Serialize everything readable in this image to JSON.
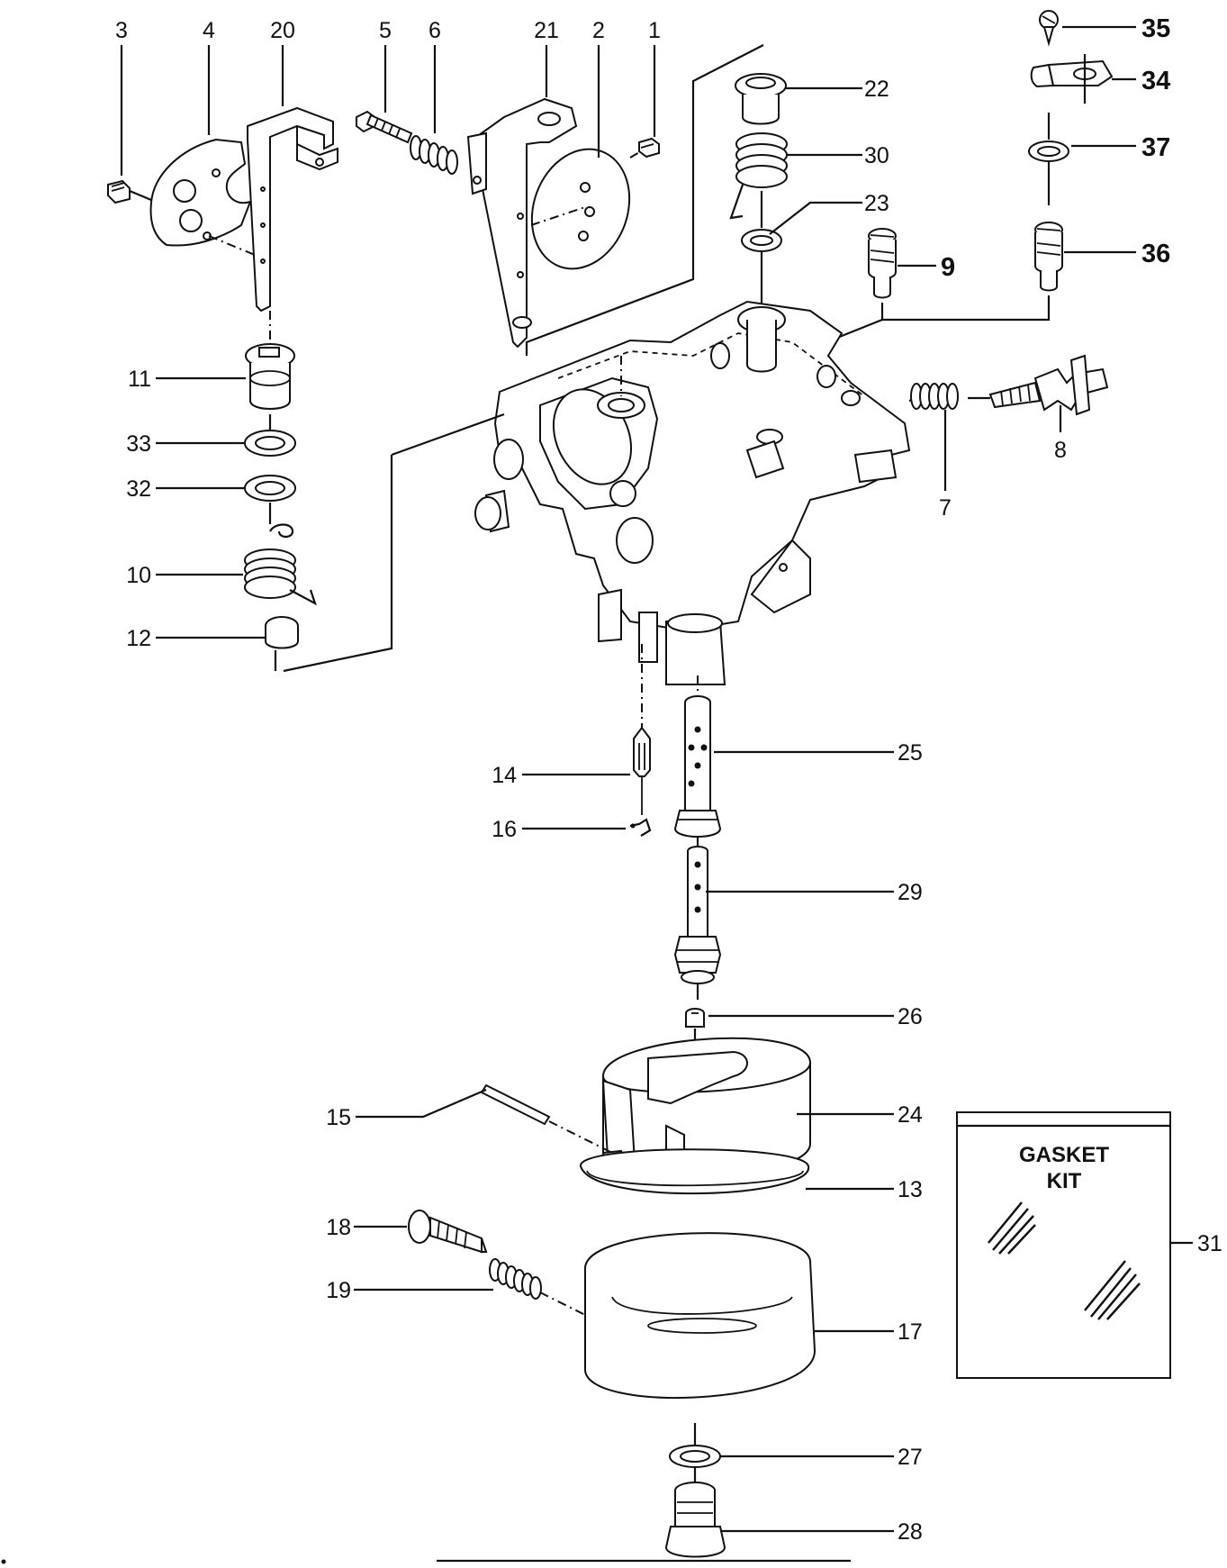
{
  "diagram": {
    "callouts": [
      {
        "id": "3",
        "text": "3"
      },
      {
        "id": "4",
        "text": "4"
      },
      {
        "id": "20",
        "text": "20"
      },
      {
        "id": "5",
        "text": "5"
      },
      {
        "id": "6",
        "text": "6"
      },
      {
        "id": "21",
        "text": "21"
      },
      {
        "id": "2",
        "text": "2"
      },
      {
        "id": "1",
        "text": "1"
      },
      {
        "id": "22",
        "text": "22"
      },
      {
        "id": "30",
        "text": "30"
      },
      {
        "id": "23",
        "text": "23"
      },
      {
        "id": "9",
        "text": "9"
      },
      {
        "id": "35",
        "text": "35"
      },
      {
        "id": "34",
        "text": "34"
      },
      {
        "id": "37",
        "text": "37"
      },
      {
        "id": "36",
        "text": "36"
      },
      {
        "id": "8",
        "text": "8"
      },
      {
        "id": "7",
        "text": "7"
      },
      {
        "id": "11",
        "text": "11"
      },
      {
        "id": "33",
        "text": "33"
      },
      {
        "id": "32",
        "text": "32"
      },
      {
        "id": "10",
        "text": "10"
      },
      {
        "id": "12",
        "text": "12"
      },
      {
        "id": "14",
        "text": "14"
      },
      {
        "id": "16",
        "text": "16"
      },
      {
        "id": "25",
        "text": "25"
      },
      {
        "id": "29",
        "text": "29"
      },
      {
        "id": "26",
        "text": "26"
      },
      {
        "id": "24",
        "text": "24"
      },
      {
        "id": "15",
        "text": "15"
      },
      {
        "id": "13",
        "text": "13"
      },
      {
        "id": "18",
        "text": "18"
      },
      {
        "id": "19",
        "text": "19"
      },
      {
        "id": "17",
        "text": "17"
      },
      {
        "id": "27",
        "text": "27"
      },
      {
        "id": "28",
        "text": "28"
      },
      {
        "id": "31",
        "text": "31"
      }
    ],
    "gasket_kit": {
      "line1": "GASKET",
      "line2": "KIT"
    }
  }
}
